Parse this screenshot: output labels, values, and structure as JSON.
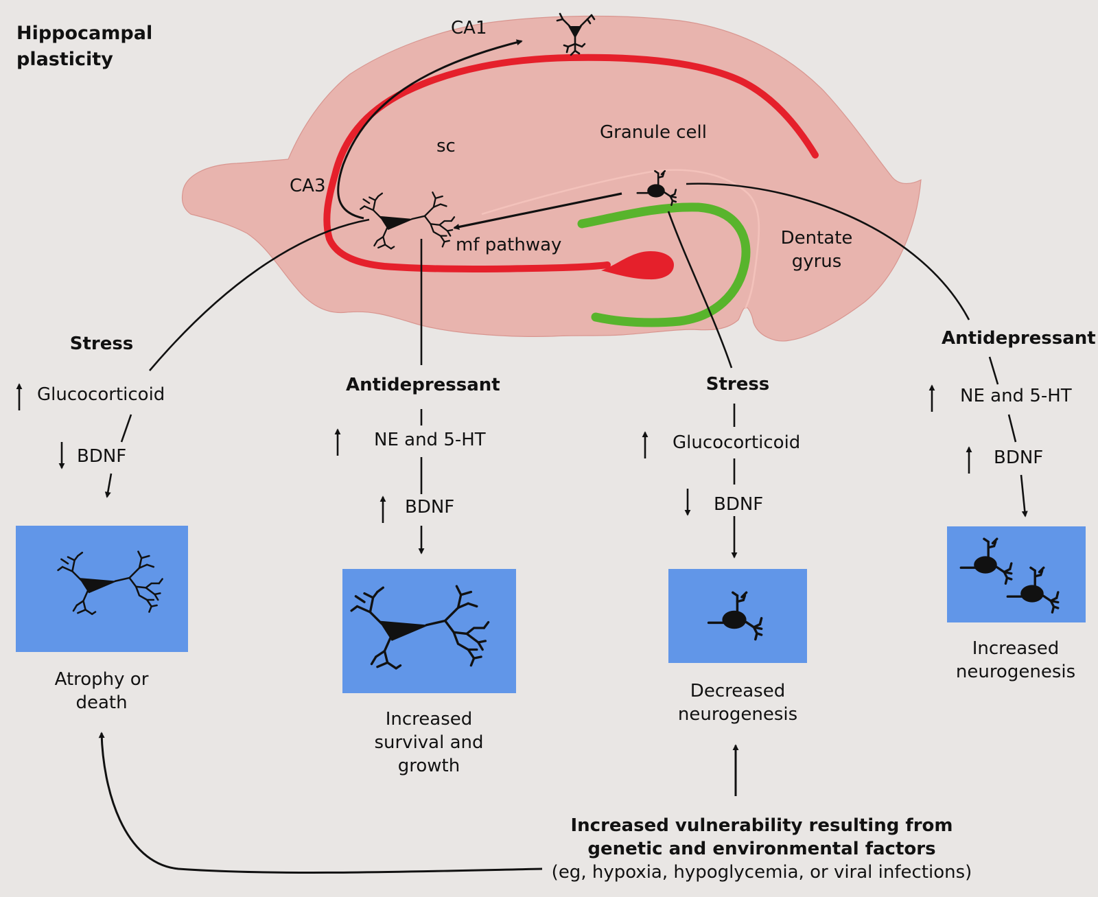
{
  "title": "Hippocampal plasticity",
  "colors": {
    "background": "#e9e6e4",
    "hippocampus_fill": "#e8b4ae",
    "ca_pathway": "#e5202b",
    "dentate_granule_layer": "#58b42c",
    "panel": "#6196e8",
    "ink": "#111111"
  },
  "regions": {
    "ca1": "CA1",
    "ca3": "CA3",
    "sc": "sc",
    "granule_cell": "Granule cell",
    "mf_pathway": "mf pathway",
    "dentate_gyrus": "Dentate\ngyrus"
  },
  "branches": {
    "ca3_stress": {
      "heading": "Stress",
      "step1": {
        "direction": "up",
        "label": "Glucocorticoid"
      },
      "step2": {
        "direction": "down",
        "label": "BDNF"
      },
      "outcome": "Atrophy or\ndeath"
    },
    "ca3_antidepressant": {
      "heading": "Antidepressant",
      "step1": {
        "direction": "up",
        "label": "NE and 5-HT"
      },
      "step2": {
        "direction": "up",
        "label": "BDNF"
      },
      "outcome": "Increased\nsurvival and\ngrowth"
    },
    "dg_stress": {
      "heading": "Stress",
      "step1": {
        "direction": "up",
        "label": "Glucocorticoid"
      },
      "step2": {
        "direction": "down",
        "label": "BDNF"
      },
      "outcome": "Decreased\nneurogenesis"
    },
    "dg_antidepressant": {
      "heading": "Antidepressant",
      "step1": {
        "direction": "up",
        "label": "NE and 5-HT"
      },
      "step2": {
        "direction": "up",
        "label": "BDNF"
      },
      "outcome": "Increased\nneurogenesis"
    }
  },
  "vulnerability": {
    "line1": "Increased vulnerability resulting from",
    "line2": "genetic and environmental factors",
    "line3": "(eg, hypoxia, hypoglycemia, or viral infections)"
  }
}
